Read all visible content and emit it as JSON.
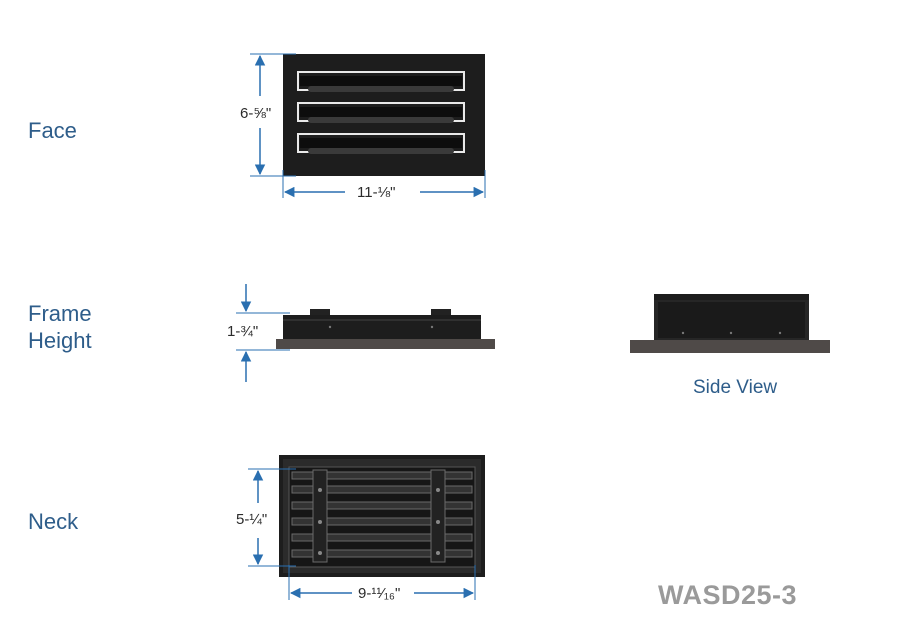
{
  "labels": {
    "face": "Face",
    "frame_height_line1": "Frame",
    "frame_height_line2": "Height",
    "neck": "Neck",
    "side_view": "Side View"
  },
  "dimensions": {
    "face_height": "6-⅝\"",
    "face_width": "11-⅛\"",
    "frame_height": "1-¾\"",
    "neck_height": "5-¼\"",
    "neck_width": "9-¹¹⁄₁₆\""
  },
  "model": "WASD25-3",
  "colors": {
    "label_blue": "#2e5d8a",
    "dimension_line": "#2a6fb0",
    "grille_black": "#1d1d1d",
    "gasket_gray": "#4f4a48",
    "model_gray": "#9a9a9a"
  }
}
